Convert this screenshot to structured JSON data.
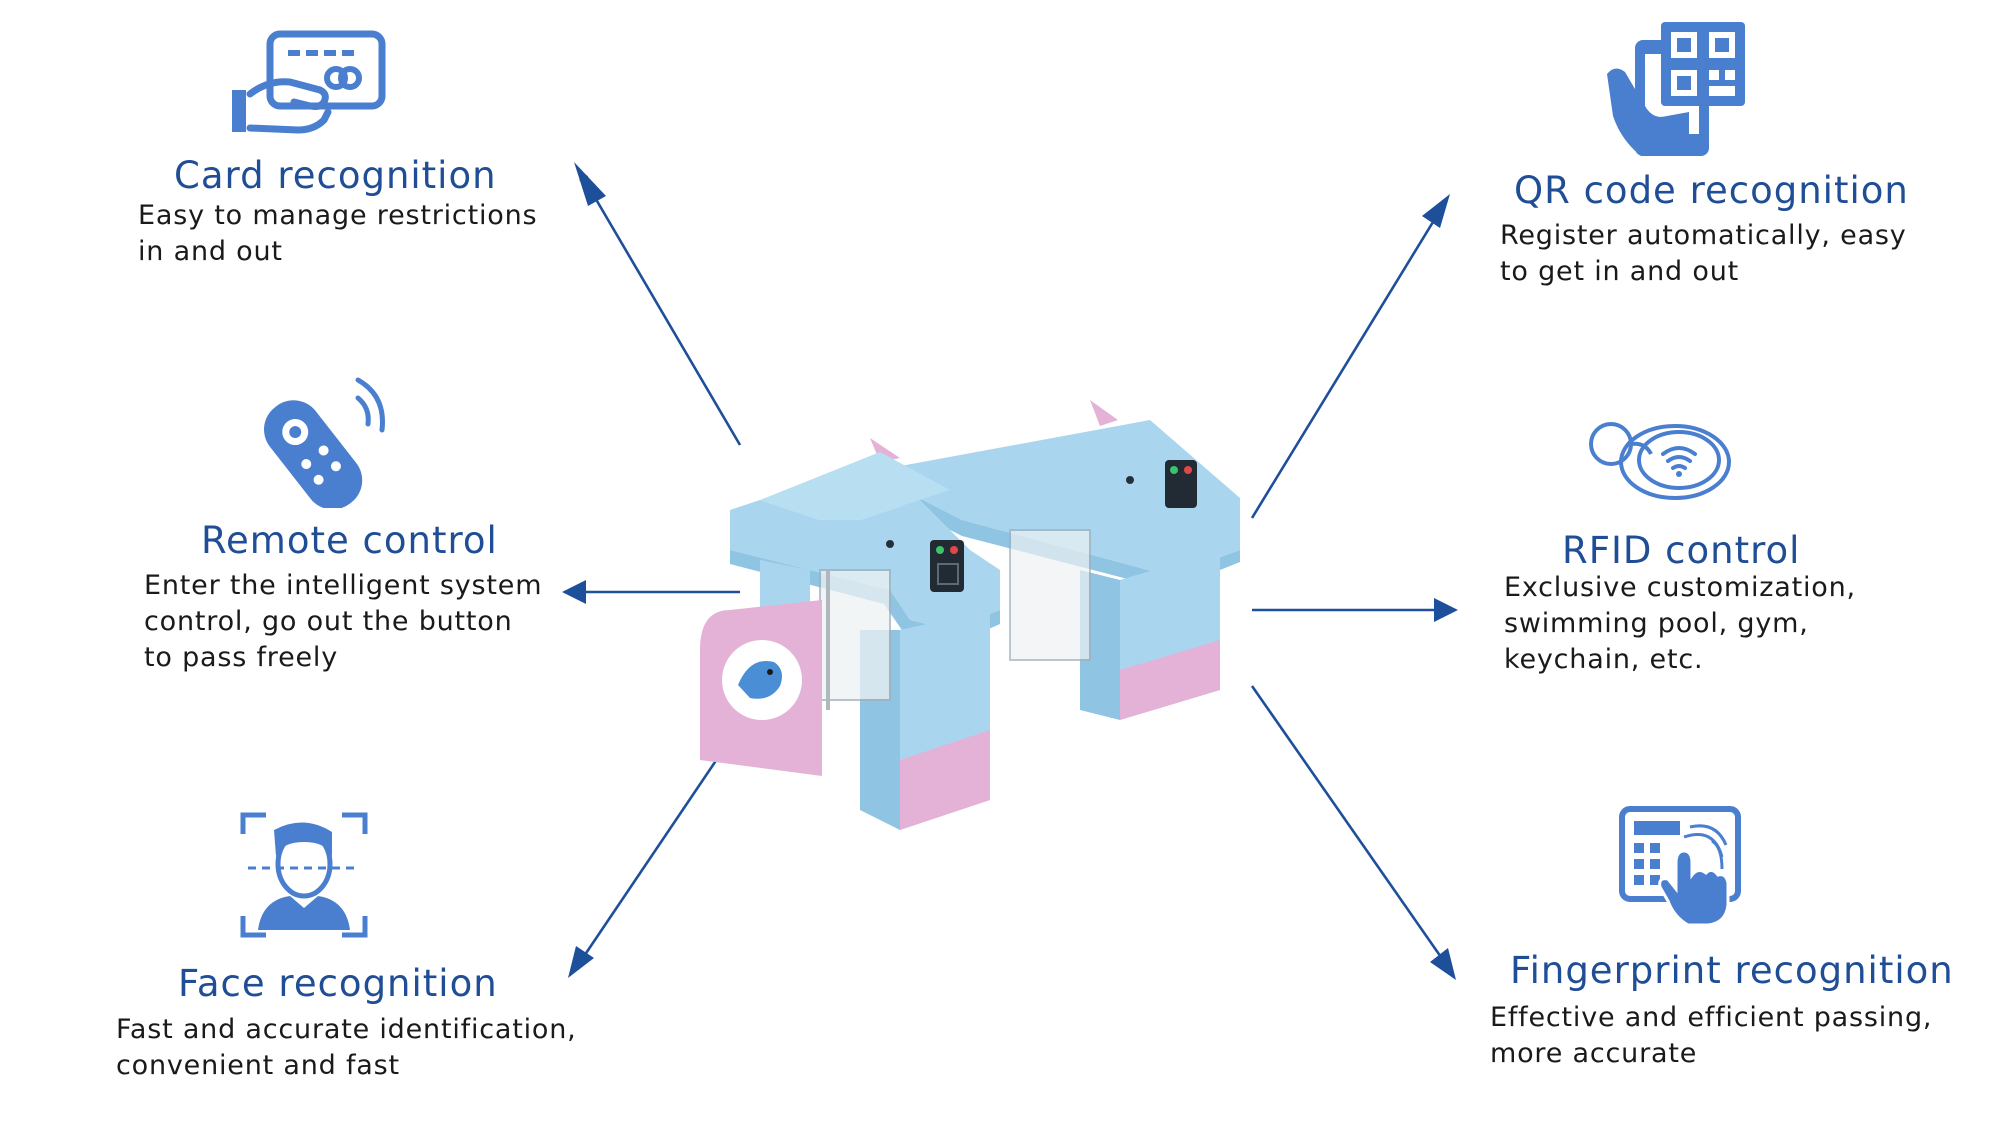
{
  "features": {
    "card": {
      "title": "Card recognition",
      "desc": [
        "Easy to manage restrictions",
        "in and out"
      ],
      "icon": "card-hand-icon"
    },
    "remote": {
      "title": "Remote control",
      "desc": [
        "Enter the intelligent system",
        "control, go out the button",
        "to pass freely"
      ],
      "icon": "remote-control-icon"
    },
    "face": {
      "title": "Face recognition",
      "desc": [
        "Fast and accurate identification,",
        "convenient and fast"
      ],
      "icon": "face-scan-icon"
    },
    "qr": {
      "title": "QR code recognition",
      "desc": [
        "Register automatically, easy",
        "to get in and out"
      ],
      "icon": "qr-phone-icon"
    },
    "rfid": {
      "title": "RFID control",
      "desc": [
        "Exclusive customization,",
        "swimming pool, gym,",
        "keychain, etc."
      ],
      "icon": "rfid-keyfob-icon"
    },
    "fingerprint": {
      "title": "Fingerprint recognition",
      "desc": [
        "Effective and efficient passing,",
        "more accurate"
      ],
      "icon": "fingerprint-keypad-icon"
    }
  },
  "colors": {
    "title": "#1f4e96",
    "icon": "#4a7fd0",
    "arrow": "#1d4f9a",
    "device_blue": "#a9d6ee",
    "device_pink": "#e4b2d6"
  }
}
